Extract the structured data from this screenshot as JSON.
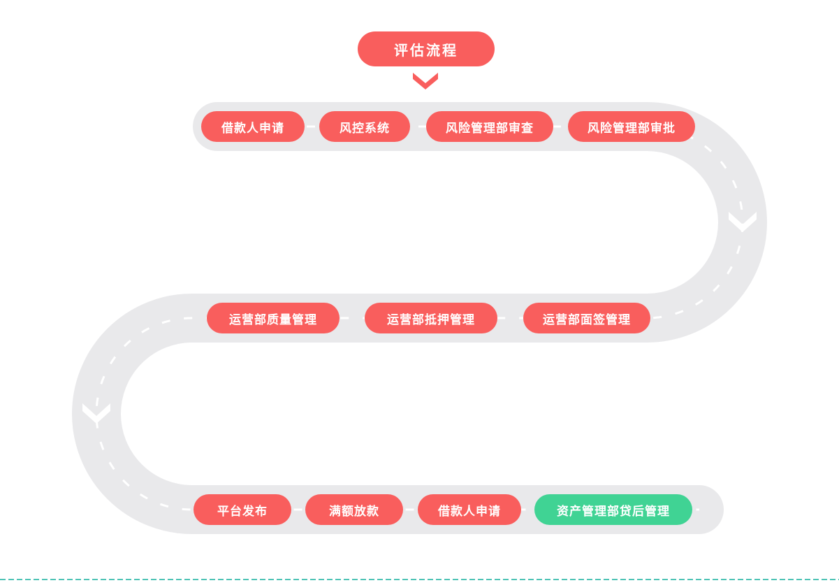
{
  "title": {
    "label": "评估流程"
  },
  "flow": {
    "rows": [
      {
        "pills": [
          {
            "label": "借款人申请",
            "color": "#F95E5D"
          },
          {
            "label": "风控系统",
            "color": "#F95E5D"
          },
          {
            "label": "风险管理部审查",
            "color": "#F95E5D"
          },
          {
            "label": "风险管理部审批",
            "color": "#F95E5D"
          }
        ]
      },
      {
        "pills": [
          {
            "label": "运营部质量管理",
            "color": "#F95E5D"
          },
          {
            "label": "运营部抵押管理",
            "color": "#F95E5D"
          },
          {
            "label": "运营部面签管理",
            "color": "#F95E5D"
          }
        ]
      },
      {
        "pills": [
          {
            "label": "平台发布",
            "color": "#F95E5D"
          },
          {
            "label": "满额放款",
            "color": "#F95E5D"
          },
          {
            "label": "借款人申请",
            "color": "#F95E5D"
          },
          {
            "label": "资产管理部贷后管理",
            "color": "#40D394"
          }
        ]
      }
    ]
  },
  "colors": {
    "red": "#F95E5D",
    "green": "#40D394",
    "road": "#E9E9EB",
    "lane_dash": "#FFFFFF",
    "teal": "#4EC3B5"
  },
  "icons": {
    "title_arrow": "chevron-down-icon",
    "right_curve_arrow": "chevron-down-icon",
    "left_curve_arrow": "chevron-down-icon"
  }
}
